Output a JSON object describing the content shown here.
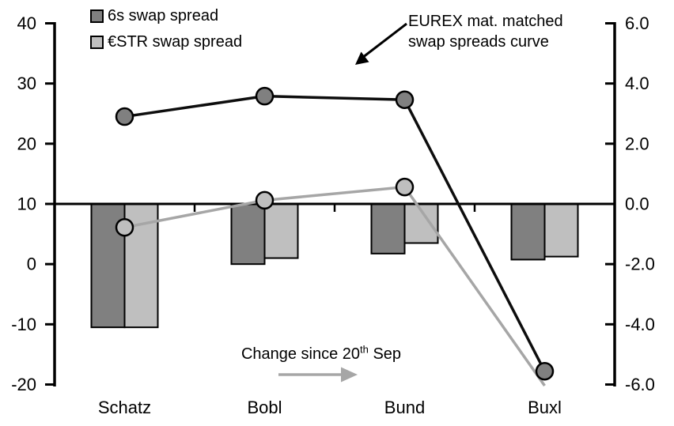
{
  "colors": {
    "dark_gray": "#808080",
    "light_gray": "#bfbfbf",
    "line_dark": "#0d0d0d",
    "line_gray": "#a6a6a6",
    "axis": "#000000",
    "background": "#ffffff"
  },
  "legend": {
    "items": [
      {
        "label": "6s swap spread",
        "color": "#808080"
      },
      {
        "label": "€STR swap spread",
        "color": "#bfbfbf"
      }
    ]
  },
  "annotations": {
    "curve_label_line1": "EUREX mat. matched",
    "curve_label_line2": "swap spreads curve",
    "change_prefix": "Change since 20",
    "change_sup": "th",
    "change_suffix": " Sep"
  },
  "chart_data": {
    "type": "combo",
    "title": "",
    "categories": [
      "Schatz",
      "Bobl",
      "Bund",
      "Buxl"
    ],
    "left_axis": {
      "tick_labels": [
        "40",
        "30",
        "20",
        "10",
        "0",
        "-10",
        "-20"
      ],
      "min": -20,
      "max": 40,
      "bar_zero_at": 10
    },
    "right_axis": {
      "tick_labels": [
        "6.0",
        "4.0",
        "2.0",
        "0.0",
        "-2.0",
        "-4.0",
        "-6.0"
      ],
      "min": -6.0,
      "max": 6.0
    },
    "grid": "off",
    "legend_position": "top-left",
    "bar_series": [
      {
        "name": "6s swap spread (change since 20th Sep)",
        "axis": "right",
        "color": "#808080",
        "values": [
          -4.1,
          -2.0,
          -1.65,
          -1.85
        ]
      },
      {
        "name": "€STR swap spread (change since 20th Sep)",
        "axis": "right",
        "color": "#bfbfbf",
        "values": [
          -4.1,
          -1.8,
          -1.3,
          -1.75
        ]
      }
    ],
    "line_series": [
      {
        "name": "€STR swap spread level (EUREX mat. matched curve)",
        "axis": "left",
        "color": "#a6a6a6",
        "marker_fill": "#bfbfbf",
        "values": [
          6.1,
          10.6,
          12.8,
          -20.2
        ],
        "markers": [
          true,
          true,
          true,
          false
        ]
      },
      {
        "name": "6s swap spread level (EUREX mat. matched curve)",
        "axis": "left",
        "color": "#0d0d0d",
        "marker_fill": "#808080",
        "values": [
          24.5,
          27.9,
          27.3,
          -17.8
        ],
        "markers": [
          true,
          true,
          true,
          true
        ]
      }
    ]
  }
}
